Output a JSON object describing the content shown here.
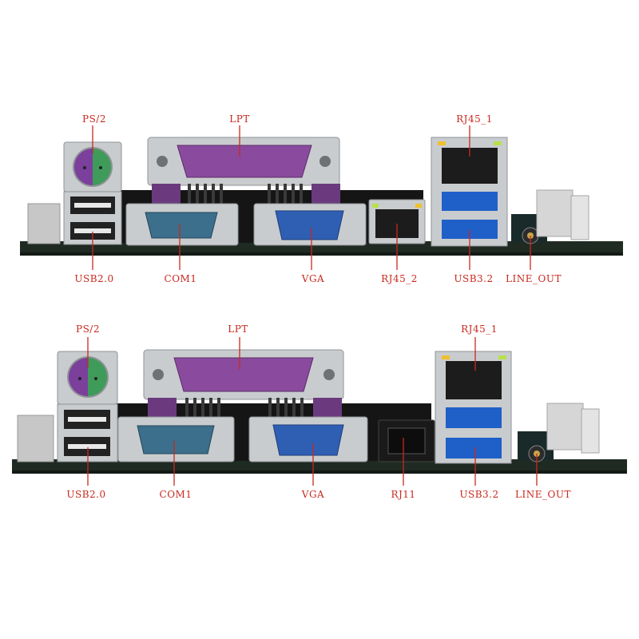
{
  "colors": {
    "label": "#c8281e",
    "board": "#1f2a22",
    "metal": "#c9ccce",
    "parallel_port": "#8a4a9e",
    "vga_port": "#2f5fb3",
    "serial_port": "#3b6f8c",
    "usb3": "#1f5fc8",
    "ps2_keyboard": "#7b3f9c",
    "ps2_mouse": "#3f9b5a"
  },
  "panels": [
    {
      "labels": {
        "ps2": "PS/2",
        "lpt": "LPT",
        "rj45_1": "RJ45_1",
        "usb2": "USB2.0",
        "com1": "COM1",
        "vga": "VGA",
        "middle_port": "RJ45_2",
        "usb3": "USB3.2",
        "line_out": "LINE_OUT"
      }
    },
    {
      "labels": {
        "ps2": "PS/2",
        "lpt": "LPT",
        "rj45_1": "RJ45_1",
        "usb2": "USB2.0",
        "com1": "COM1",
        "vga": "VGA",
        "middle_port": "RJ11",
        "usb3": "USB3.2",
        "line_out": "LINE_OUT"
      }
    }
  ]
}
